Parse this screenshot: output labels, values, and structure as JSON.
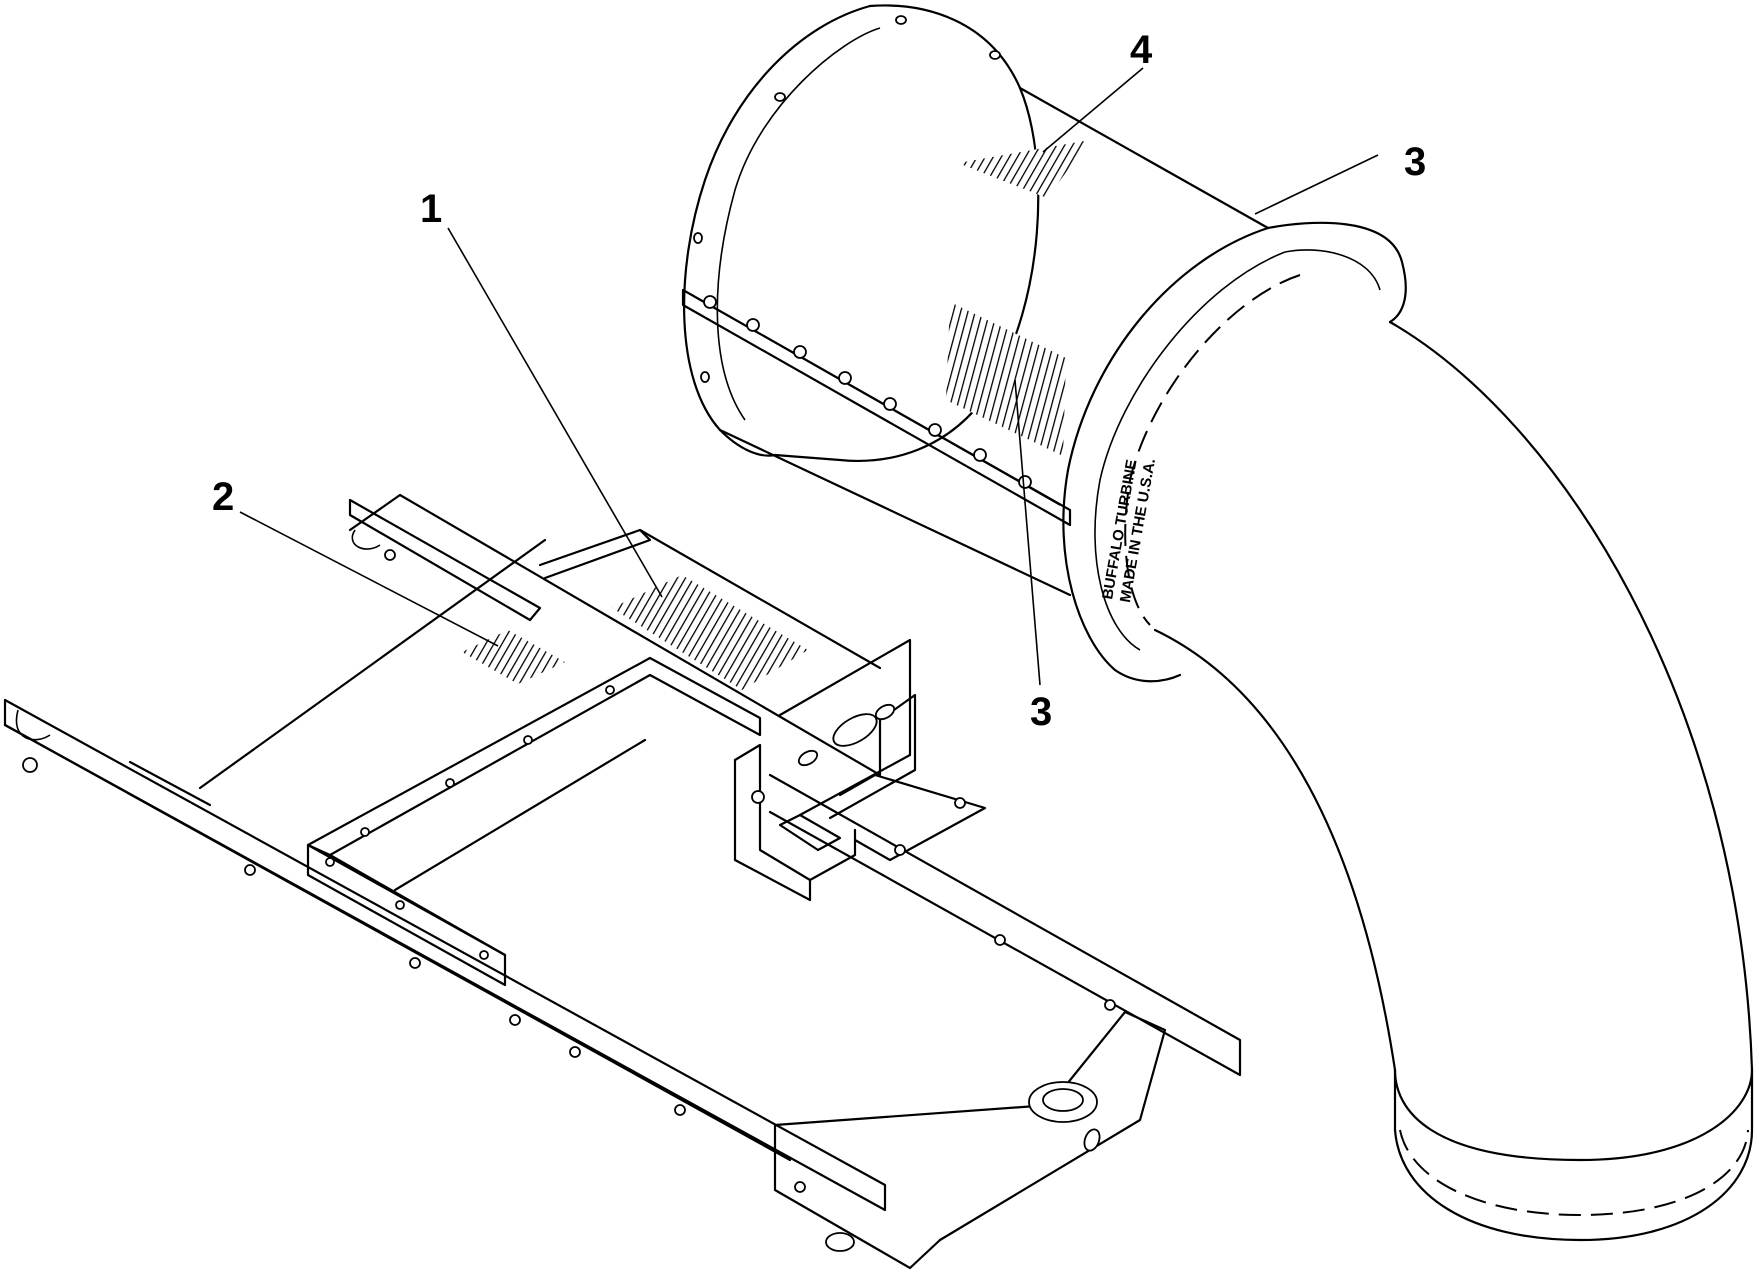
{
  "callouts": [
    {
      "id": "1",
      "label": "1"
    },
    {
      "id": "2",
      "label": "2"
    },
    {
      "id": "3a",
      "label": "3"
    },
    {
      "id": "3b",
      "label": "3"
    },
    {
      "id": "4",
      "label": "4"
    }
  ],
  "stamp": {
    "line1": "BUFFALO TURBINE",
    "line2": "MADE IN THE U.S.A."
  }
}
